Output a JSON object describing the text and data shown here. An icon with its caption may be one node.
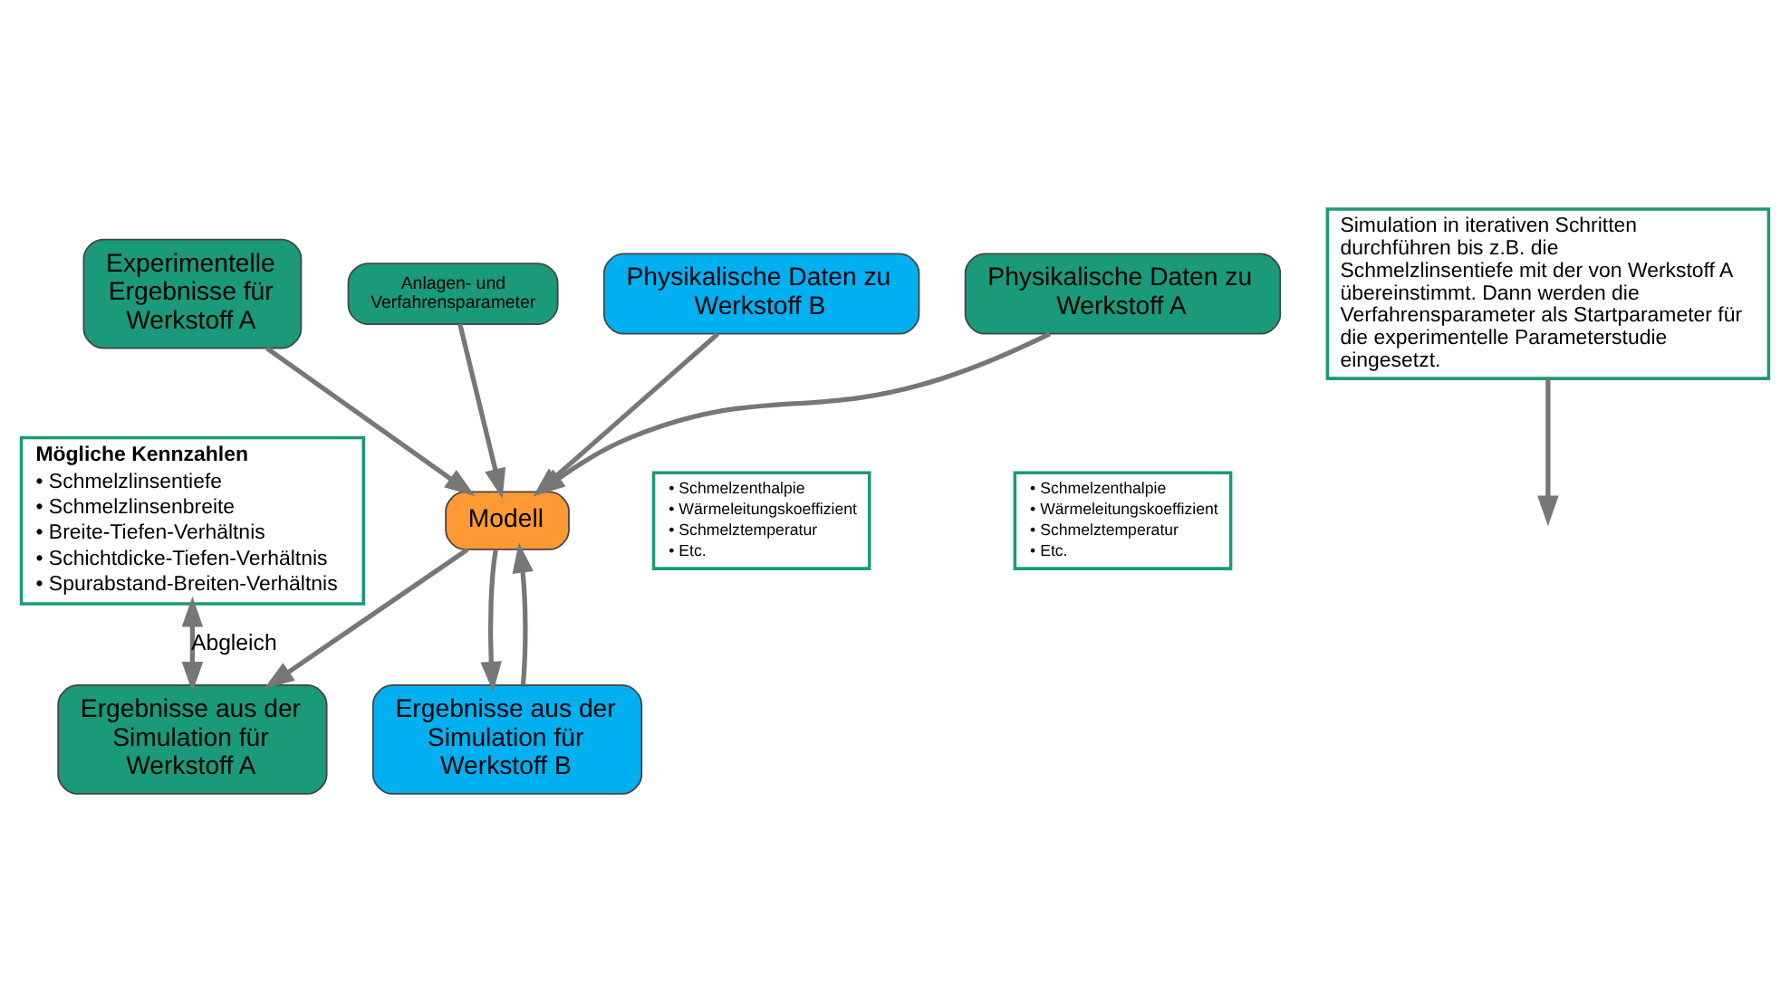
{
  "diagram": {
    "nodes": [
      {
        "text": [
          "Anlagen- und Verfahrensparameter"
        ]
      },
      {
        "text": [
          "Experimentelle Ergebnisse für Werkstoff A"
        ]
      },
      {
        "text": [
          "Mögliche Kennzahlen",
          "• Schmelzlinsentiefe",
          "• Schmelzlinsenbreite",
          "• Breite-Tiefen-Verhältnis",
          "• Schichtdicke-Tiefen-Verhältnis",
          "• Spurabstand-Breiten-Verhältnis"
        ]
      },
      {
        "text": [
          "Physikalische Daten zu Werkstoff A"
        ]
      },
      {
        "text": [
          "• Schmelzenthalpie",
          "• Wärmeleitungskoeffizient",
          "• Schmelztemperatur",
          "• Etc."
        ]
      },
      {
        "text": [
          "Physikalische Daten zu Werkstoff B"
        ]
      },
      {
        "text": [
          "• Schmelzenthalpie",
          "• Wärmeleitungskoeffizient",
          "• Schmelztemperatur",
          "• Etc."
        ]
      },
      {
        "text": [
          "Modell"
        ]
      },
      {
        "text": [
          "Ergebnisse aus der Simulation für Werkstoff B"
        ]
      },
      {
        "text": [
          "Ergebnisse aus der Simulation für Werkstoff A"
        ]
      },
      {
        "text": [
          "Simulation in iterativen Schritten durchführen bis z.B. die Schmelzlinsentiefe mit der von Werkstoff A übereinstimmt. Dann werden die Verfahrensparameter als Startparameter für die experimentelle Parameterstudie eingesetzt."
        ]
      }
    ],
    "edges": [
      {
        "from": 0,
        "to": 7,
        "arrow": "to"
      },
      {
        "from": 1,
        "to": 7,
        "arrow": "to"
      },
      {
        "from": 3,
        "to": 7,
        "arrow": "to"
      },
      {
        "from": 5,
        "to": 7,
        "arrow": "to"
      },
      {
        "from": 8,
        "to": 7,
        "arrow": "to"
      },
      {
        "from": 7,
        "to": 9,
        "arrow": "to"
      },
      {
        "from": 7,
        "to": 8,
        "arrow": "to"
      },
      {
        "from": 10,
        "to": null,
        "arrow": "to"
      },
      {
        "from": 9,
        "to": 2,
        "arrow": "both",
        "label": "Abgleich"
      }
    ]
  }
}
